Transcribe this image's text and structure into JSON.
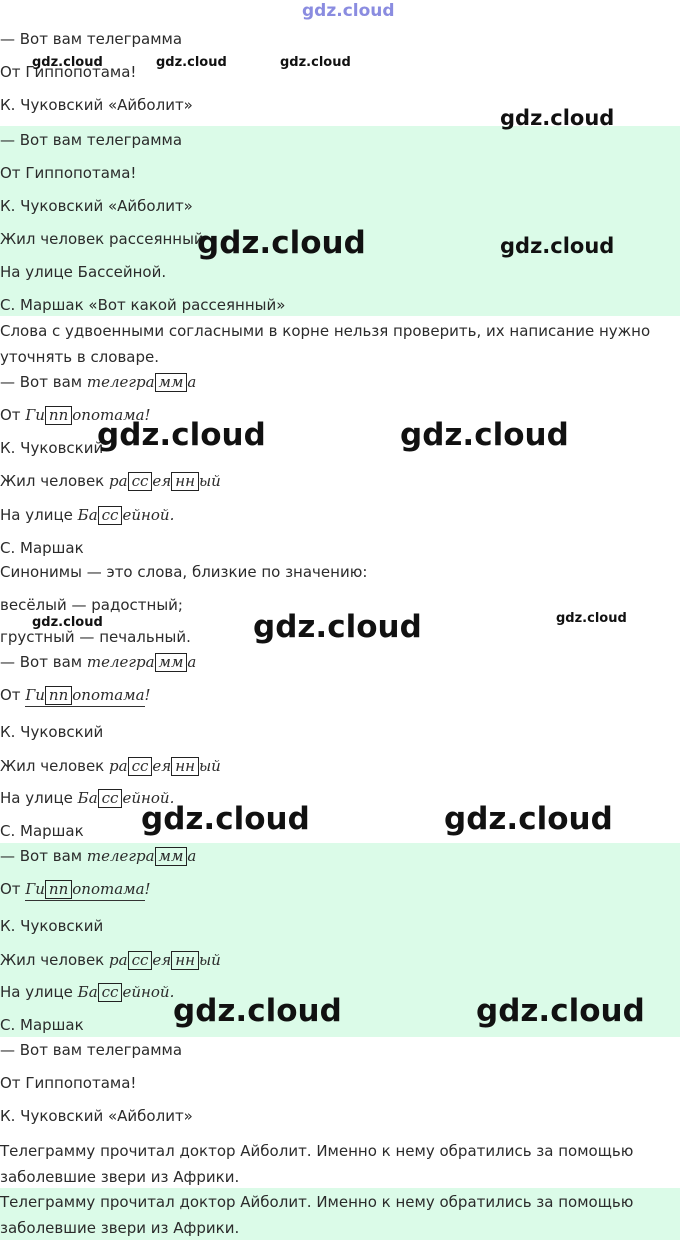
{
  "watermark": "gdz.cloud",
  "section1": {
    "line1": "— Вот вам телеграмма",
    "line2": "От Гиппопотама!",
    "source": "К. Чуковский «Айболит»"
  },
  "section2": {
    "line1": "— Вот вам телеграмма",
    "line2": "От Гиппопотама!",
    "source1": "К. Чуковский «Айболит»",
    "line3": "Жил человек рассеянный",
    "line4": "На улице Бассейной.",
    "source2": "С. Маршак «Вот какой рассеянный»"
  },
  "rule_text": "Слова с удвоенными согласными в корне нельзя проверить, их написание нужно уточнять в словаре.",
  "words": {
    "intro": "— Вот вам",
    "tele_a": "телегра",
    "tele_box": "мм",
    "tele_b": "а",
    "ot": "От",
    "gip_a": "Ги",
    "gip_box": "пп",
    "gip_b": "опотама",
    "excl": "!",
    "author1": "К. Чуковский",
    "zhil": "Жил человек",
    "ras_a": "ра",
    "ras_box1": "сс",
    "ras_mid": "ея",
    "ras_box2": "нн",
    "ras_b": "ый",
    "na_ulice": "На улице",
    "bas_a": "Ба",
    "bas_box": "сс",
    "bas_b": "ейной",
    "dot": ".",
    "author2": "С. Маршак"
  },
  "synonyms": {
    "title": "Синонимы — это слова, близкие по значению:",
    "pair1": "весёлый — радостный;",
    "pair2": "грустный — печальный."
  },
  "section_end": {
    "line1": "— Вот вам телеграмма",
    "line2": "От Гиппопотама!",
    "source": "К. Чуковский «Айболит»",
    "paragraph": "Телеграмму прочитал доктор Айболит. Именно к нему обратились за помощью заболевшие звери из Африки."
  },
  "colors": {
    "highlight": "#dbfbe8",
    "text": "#2b2b2b",
    "top_logo": "#8a8ce0"
  }
}
